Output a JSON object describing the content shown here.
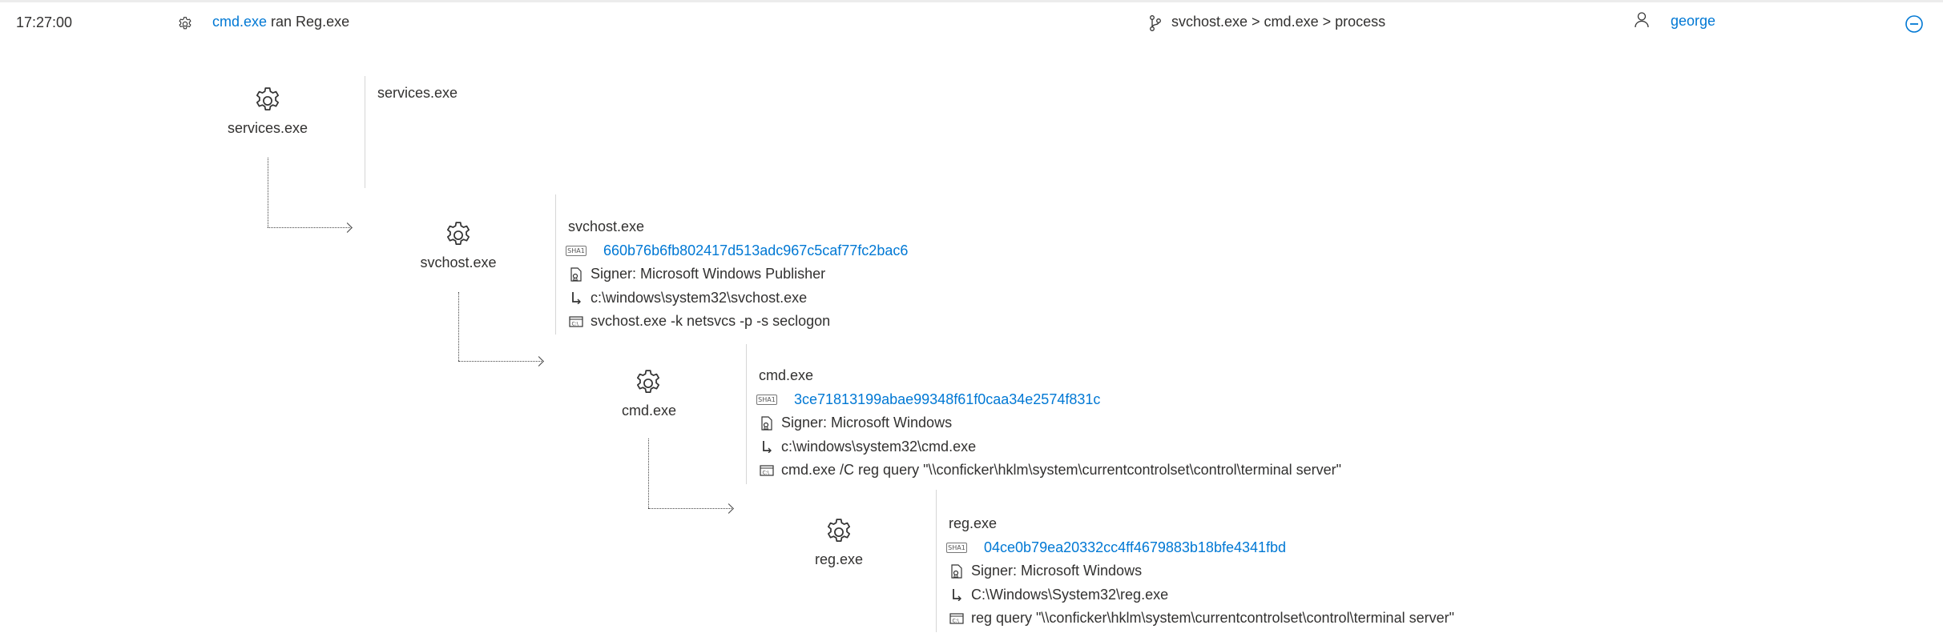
{
  "header": {
    "time": "17:27:00",
    "event_subject": "cmd.exe",
    "event_rest": " ran Reg.exe",
    "process_path": "svchost.exe > cmd.exe > process",
    "user": "george"
  },
  "colors": {
    "accent": "#0078d4",
    "text": "#323130",
    "divider": "#d6d6d6"
  },
  "nodes": [
    {
      "label": "services.exe",
      "icon": "gear-icon"
    },
    {
      "label": "svchost.exe",
      "icon": "gear-icon"
    },
    {
      "label": "cmd.exe",
      "icon": "gear-icon"
    },
    {
      "label": "reg.exe",
      "icon": "gear-icon"
    }
  ],
  "details": [
    {
      "name": "services.exe"
    },
    {
      "name": "svchost.exe",
      "sha1": "660b76b6fb802417d513adc967c5caf77fc2bac6",
      "signer": "Signer: Microsoft Windows Publisher",
      "path": "c:\\windows\\system32\\svchost.exe",
      "command": "svchost.exe -k netsvcs -p -s seclogon"
    },
    {
      "name": "cmd.exe",
      "sha1": "3ce71813199abae99348f61f0caa34e2574f831c",
      "signer": "Signer: Microsoft Windows",
      "path": "c:\\windows\\system32\\cmd.exe",
      "command": "cmd.exe /C reg query \"\\\\conficker\\hklm\\system\\currentcontrolset\\control\\terminal server\""
    },
    {
      "name": "reg.exe",
      "sha1": "04ce0b79ea20332cc4ff4679883b18bfe4341fbd",
      "signer": "Signer: Microsoft Windows",
      "path": "C:\\Windows\\System32\\reg.exe",
      "command": "reg query \"\\\\conficker\\hklm\\system\\currentcontrolset\\control\\terminal server\""
    }
  ],
  "labels": {
    "sha_badge": "SHA1",
    "cmd_badge": "C:\\"
  }
}
